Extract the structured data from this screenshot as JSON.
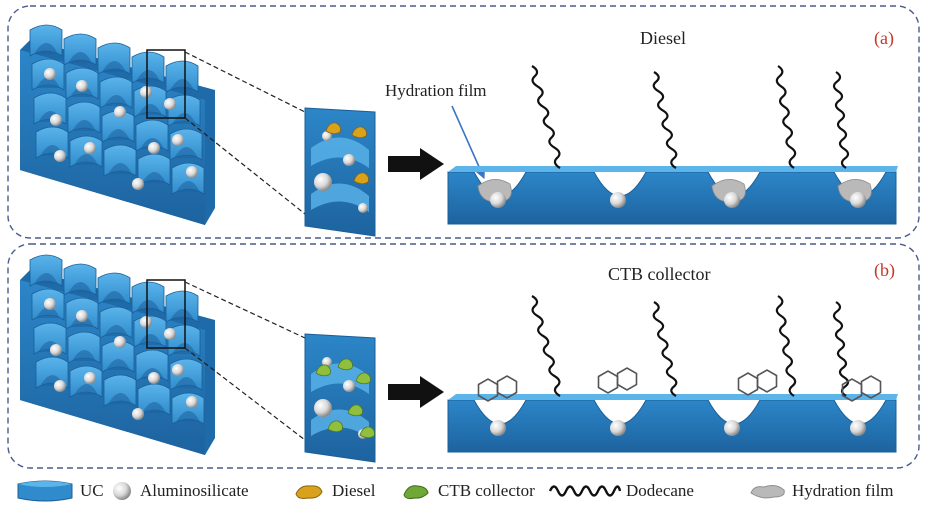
{
  "panels": [
    {
      "id": "a",
      "label": "(a)",
      "title": "Diesel",
      "annotation": "Hydration film",
      "particle_color": "#d9a21c",
      "particle_edge": "#8a6410"
    },
    {
      "id": "b",
      "label": "(b)",
      "title": "CTB collector",
      "annotation": "",
      "particle_color": "#8fbf3c",
      "particle_edge": "#4f7a1e"
    }
  ],
  "legend": {
    "uc": "UC",
    "aluminosilicate": "Aluminosilicate",
    "diesel": "Diesel",
    "ctb": "CTB collector",
    "dodecane": "Dodecane",
    "hydration": "Hydration film"
  },
  "colors": {
    "uc_top": "#4aa3df",
    "uc_front": "#2a7fc0",
    "uc_dark": "#1a5f98",
    "frame": "#4a5c8c",
    "label_red": "#c0392b"
  }
}
